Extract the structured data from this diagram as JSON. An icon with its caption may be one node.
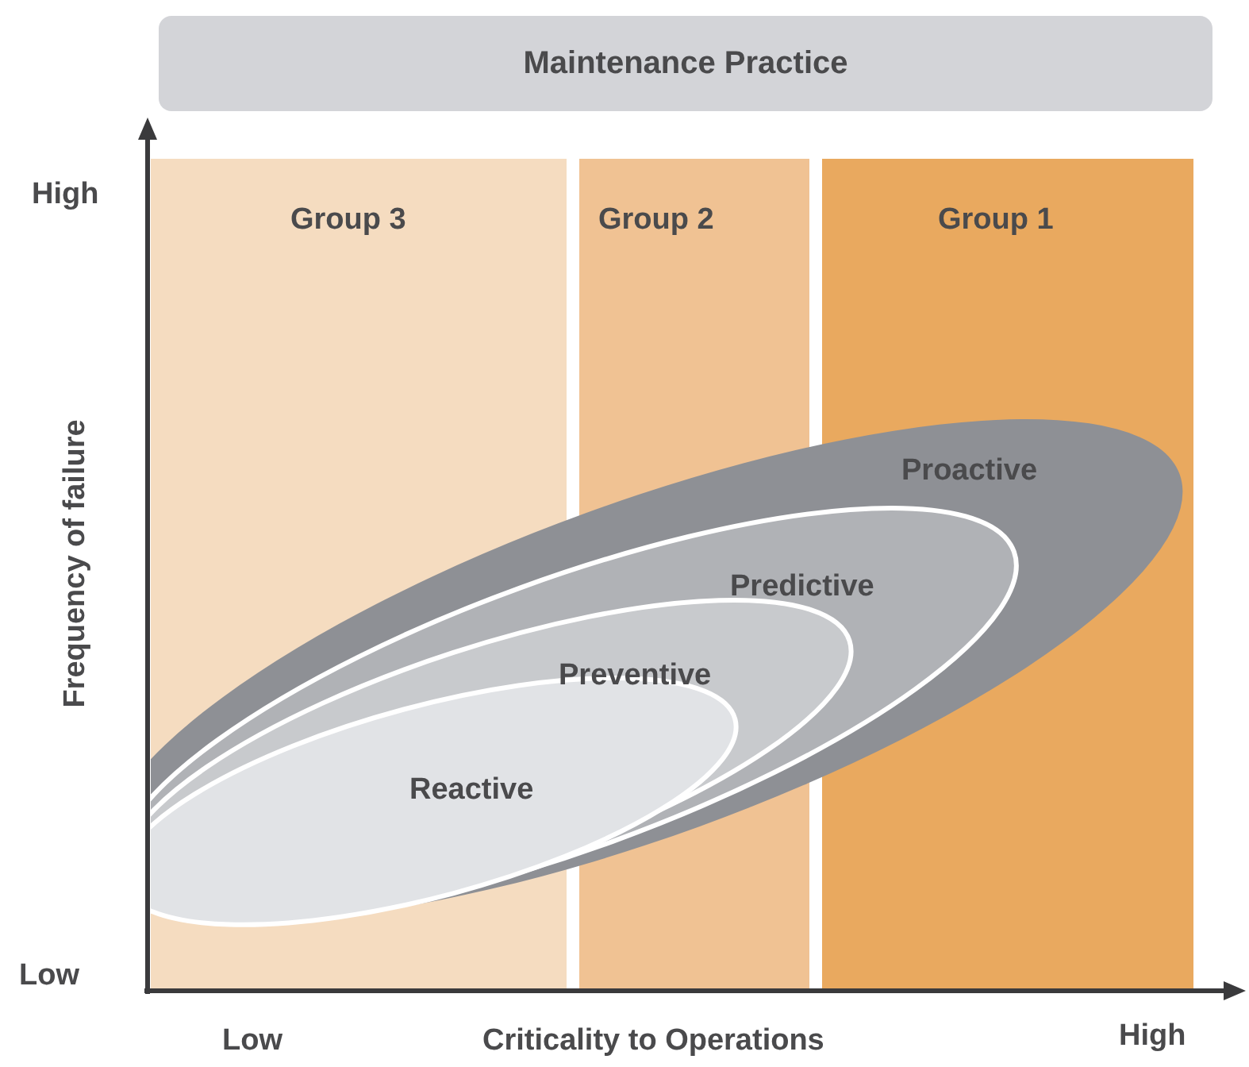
{
  "diagram": {
    "nodes": [
      {
        "text": [
          "Maintenance Practice"
        ]
      },
      {
        "text": [
          "Group 3"
        ]
      },
      {
        "text": [
          "Group 2"
        ]
      },
      {
        "text": [
          "Group 1"
        ]
      },
      {
        "text": [
          "Proactive"
        ]
      },
      {
        "text": [
          "Predictive"
        ],
        "in": 4
      },
      {
        "text": [
          "Preventive"
        ],
        "in": 5
      },
      {
        "text": [
          "Reactive"
        ],
        "in": 6
      }
    ],
    "labels": [
      "High",
      "Low",
      "Frequency of failure",
      "Low",
      "Criticality to Operations",
      "High"
    ]
  }
}
